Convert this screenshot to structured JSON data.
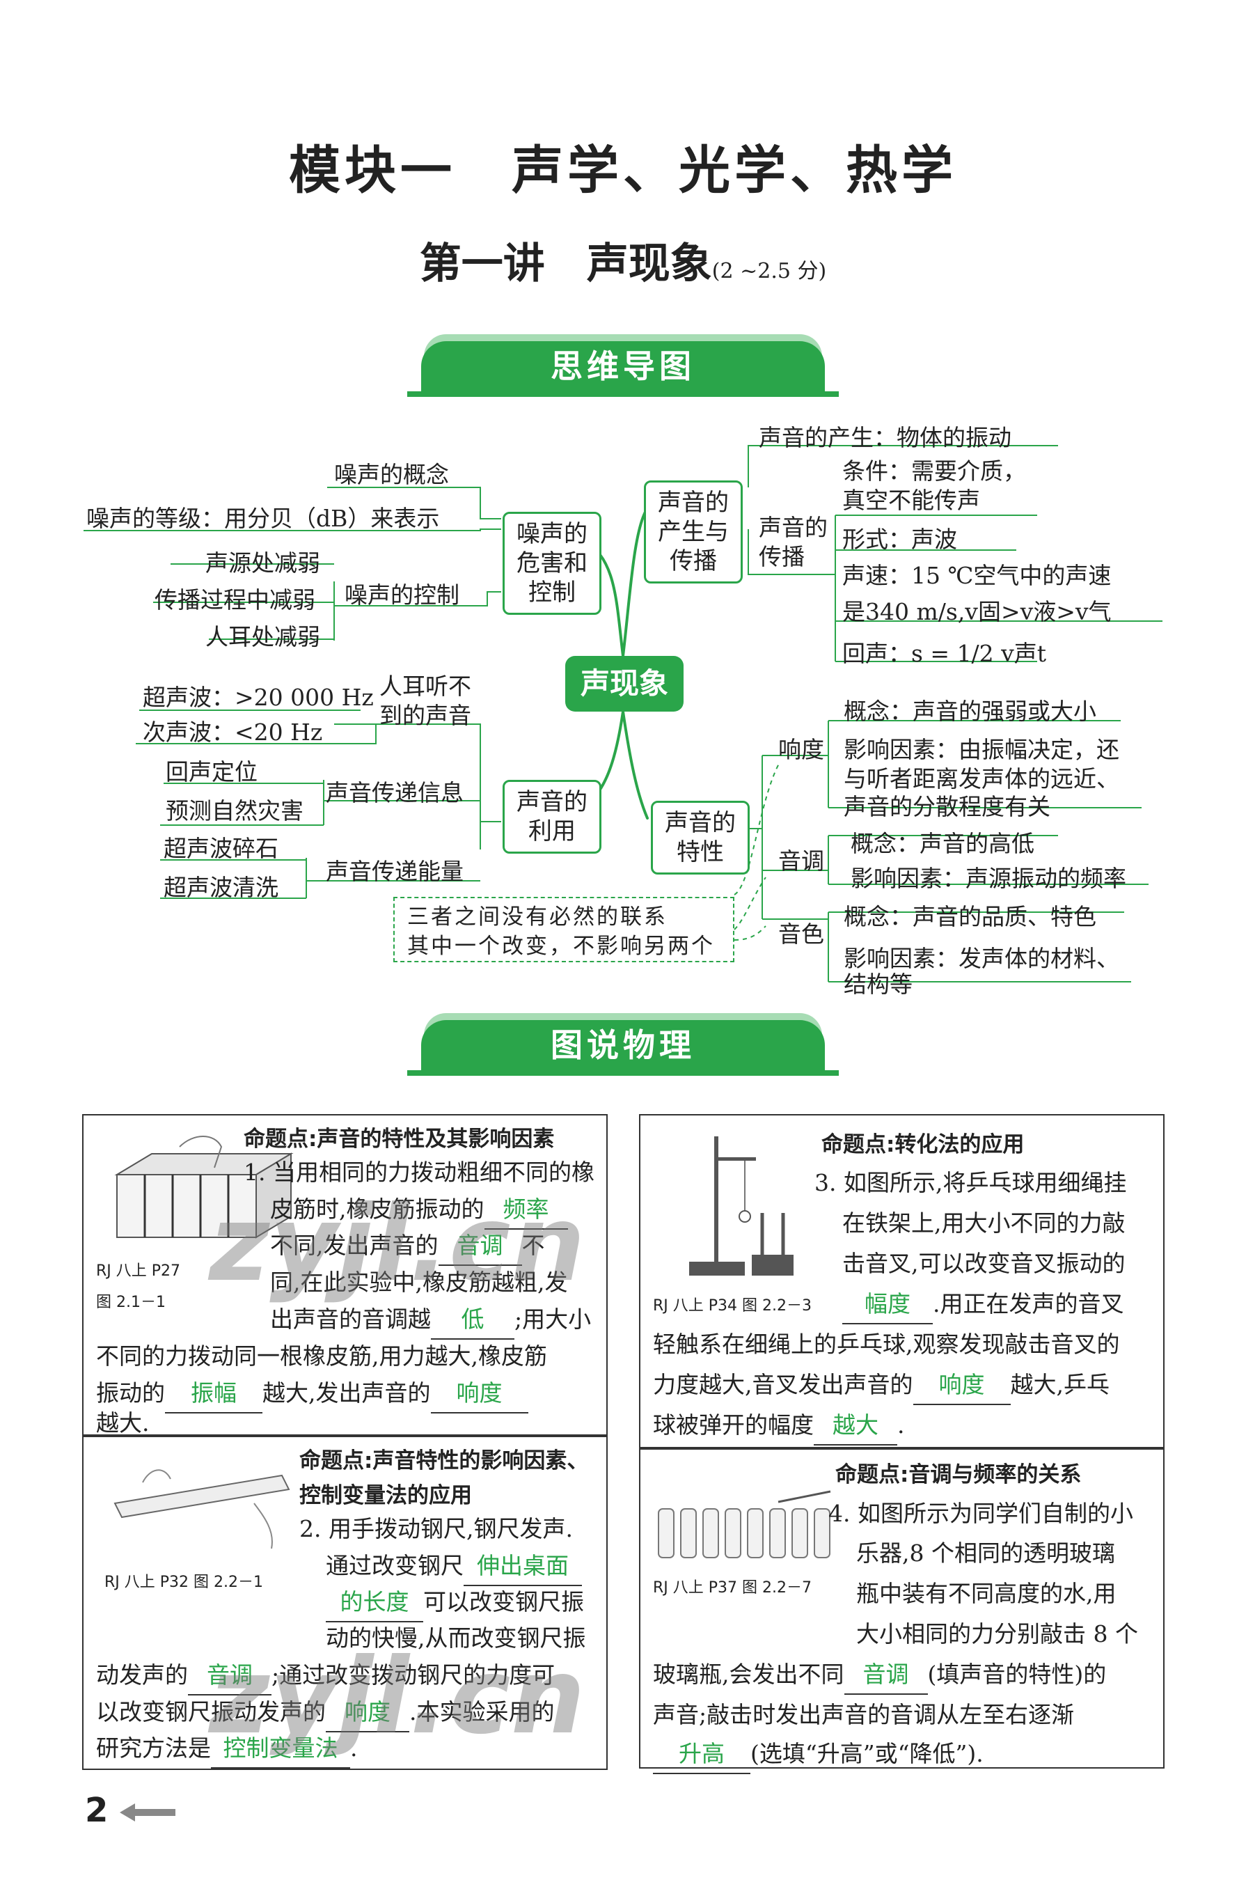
{
  "header": {
    "module_title": "模块一　声学、光学、热学",
    "lecture_title": "第一讲　声现象",
    "score": "(2 ~2.5 分)"
  },
  "banners": {
    "mindmap": "思维导图",
    "illustration": "图说物理"
  },
  "mindmap": {
    "center": "声现象",
    "noise": {
      "node": "噪声的危害和控制",
      "concept": "噪声的概念",
      "level": "噪声的等级：用分贝（dB）来表示",
      "control": "噪声的控制",
      "ctrl_1": "声源处减弱",
      "ctrl_2": "传播过程中减弱",
      "ctrl_3": "人耳处减弱"
    },
    "production": {
      "node": "声音的产生与传播",
      "production": "声音的产生：物体的振动",
      "propagation": "声音的传播",
      "condition_1": "条件：需要介质，",
      "condition_2": "真空不能传声",
      "form": "形式：声波",
      "speed_1": "声速：15 ℃空气中的声速",
      "speed_2": "是340 m/s,v固>v液>v气",
      "echo": "回声：s = 1/2 v声t"
    },
    "use": {
      "node": "声音的利用",
      "audible": "人耳听不到的声音",
      "ultrasonic": "超声波：>20 000 Hz",
      "infrasonic": "次声波：<20 Hz",
      "info": "声音传递信息",
      "info_1": "回声定位",
      "info_2": "预测自然灾害",
      "energy": "声音传递能量",
      "energy_1": "超声波碎石",
      "energy_2": "超声波清洗"
    },
    "characteristics": {
      "node": "声音的特性",
      "loudness": "响度",
      "loud_concept": "概念：声音的强弱或大小",
      "loud_factor_1": "影响因素：由振幅决定，还",
      "loud_factor_2": "与听者距离发声体的远近、",
      "loud_factor_3": "声音的分散程度有关",
      "pitch": "音调",
      "pitch_concept": "概念：声音的高低",
      "pitch_factor": "影响因素：声源振动的频率",
      "timbre": "音色",
      "timbre_concept": "概念：声音的品质、特色",
      "timbre_factor_1": "影响因素：发声体的材料、",
      "timbre_factor_2": "结构等"
    },
    "note_1": "三者之间没有必然的联系",
    "note_2": "其中一个改变，不影响另两个"
  },
  "problems": {
    "p1": {
      "point": "命题点:声音的特性及其影响因素",
      "figure_1": "RJ 八上 P27",
      "figure_2": "图 2.1－1",
      "t1": "1. 当用相同的力拨动粗细不同的橡",
      "t2": "皮筋时,橡皮筋振动的",
      "a1": "频率",
      "t3": "不同,发出声音的",
      "a2": "音调",
      "t3b": "不",
      "t4": "同,在此实验中,橡皮筋越粗,发",
      "t5": "出声音的音调越",
      "a3": "低",
      "t5b": ";用大小",
      "t6": "不同的力拨动同一根橡皮筋,用力越大,橡皮筋",
      "t7": "振动的",
      "a4": "振幅",
      "t7b": "越大,发出声音的",
      "a5": "响度",
      "t8": "越大."
    },
    "p2": {
      "point_1": "命题点:声音特性的影响因素、",
      "point_2": "控制变量法的应用",
      "figure": "RJ 八上 P32 图 2.2－1",
      "t1": "2. 用手拨动钢尺,钢尺发声.",
      "t2": "通过改变钢尺",
      "a1": "伸出桌面",
      "a1b": "的长度",
      "t3": "可以改变钢尺振",
      "t4": "动的快慢,从而改变钢尺振",
      "t5": "动发声的",
      "a2": "音调",
      "t5b": ";通过改变拨动钢尺的力度可",
      "t6": "以改变钢尺振动发声的",
      "a3": "响度",
      "t6b": ".本实验采用的",
      "t7": "研究方法是",
      "a4": "控制变量法",
      "t7b": "."
    },
    "p3": {
      "point": "命题点:转化法的应用",
      "figure": "RJ 八上 P34 图 2.2－3",
      "t1": "3. 如图所示,将乒乓球用细绳挂",
      "t2": "在铁架上,用大小不同的力敲",
      "t3": "击音叉,可以改变音叉振动的",
      "a1": "幅度",
      "t4": ".用正在发声的音叉",
      "t5": "轻触系在细绳上的乒乓球,观察发现敲击音叉的",
      "t6": "力度越大,音叉发出声音的",
      "a2": "响度",
      "t6b": "越大,乒乓",
      "t7": "球被弹开的幅度",
      "a3": "越大",
      "t7b": "."
    },
    "p4": {
      "point": "命题点:音调与频率的关系",
      "figure": "RJ 八上 P37 图 2.2－7",
      "t1": "4. 如图所示为同学们自制的小",
      "t2": "乐器,8 个相同的透明玻璃",
      "t3": "瓶中装有不同高度的水,用",
      "t4": "大小相同的力分别敲击 8 个",
      "t5": "玻璃瓶,会发出不同",
      "a1": "音调",
      "t5b": "(填声音的特性)的",
      "t6": "声音;敲击时发出声音的音调从左至右逐渐",
      "a2": "升高",
      "t7": "(选填“升高”或“降低”)."
    }
  },
  "page_number": "2",
  "watermark": "zyjl.cn"
}
